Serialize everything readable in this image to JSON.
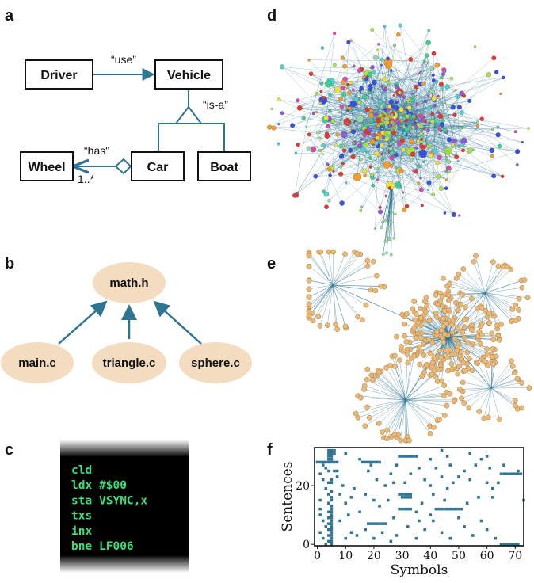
{
  "panels": {
    "a": {
      "label": "a",
      "classes": [
        "Driver",
        "Vehicle",
        "Wheel",
        "Car",
        "Boat"
      ],
      "relations": {
        "use": "“use”",
        "is_a": "“is-a”",
        "has": "“has\"",
        "multiplicity": "1..*"
      }
    },
    "b": {
      "label": "b",
      "header": "math.h",
      "sources": [
        "main.c",
        "triangle.c",
        "sphere.c"
      ]
    },
    "c": {
      "label": "c",
      "lines": [
        {
          "op": "cld",
          "arg": ""
        },
        {
          "op": "ldx",
          "arg": "#$00"
        },
        {
          "op": "sta",
          "arg": "VSYNC,x"
        },
        {
          "op": "txs",
          "arg": ""
        },
        {
          "op": "inx",
          "arg": ""
        },
        {
          "op": "bne",
          "arg": " LF006"
        }
      ]
    },
    "d": {
      "label": "d"
    },
    "e": {
      "label": "e"
    },
    "f": {
      "label": "f"
    }
  },
  "colors": {
    "edge": "#2f7592",
    "node_beige": "#f3dcbf",
    "node_orange": "#e8b878",
    "code_green": "#39e07a",
    "code_bg": "#000000"
  },
  "chart_data": {
    "type": "heatmap",
    "title": "",
    "xlabel": "Symbols",
    "ylabel": "Sentences",
    "xticks": [
      0,
      10,
      20,
      30,
      40,
      50,
      60,
      70
    ],
    "yticks": [
      0,
      20
    ],
    "xlim": [
      -1,
      73
    ],
    "ylim": [
      -0.5,
      33
    ],
    "color": "#2f7592",
    "cells": [
      [
        0,
        28
      ],
      [
        1,
        28
      ],
      [
        2,
        28
      ],
      [
        3,
        28
      ],
      [
        4,
        28
      ],
      [
        5,
        28
      ],
      [
        6,
        28
      ],
      [
        7,
        28
      ],
      [
        4,
        32
      ],
      [
        5,
        32
      ],
      [
        6,
        32
      ],
      [
        4,
        31
      ],
      [
        5,
        31
      ],
      [
        6,
        31
      ],
      [
        4,
        30
      ],
      [
        5,
        30
      ],
      [
        4,
        29
      ],
      [
        5,
        29
      ],
      [
        2,
        27
      ],
      [
        3,
        26
      ],
      [
        4,
        25
      ],
      [
        1,
        24
      ],
      [
        2,
        22
      ],
      [
        5,
        22
      ],
      [
        4,
        21
      ],
      [
        5,
        21
      ],
      [
        3,
        19
      ],
      [
        5,
        18
      ],
      [
        4,
        17
      ],
      [
        5,
        16
      ],
      [
        1,
        15
      ],
      [
        5,
        15
      ],
      [
        4,
        14
      ],
      [
        5,
        13
      ],
      [
        1,
        12
      ],
      [
        5,
        12
      ],
      [
        4,
        11
      ],
      [
        5,
        11
      ],
      [
        1,
        10
      ],
      [
        5,
        10
      ],
      [
        4,
        9
      ],
      [
        5,
        9
      ],
      [
        2,
        8
      ],
      [
        5,
        8
      ],
      [
        4,
        7
      ],
      [
        5,
        7
      ],
      [
        3,
        6
      ],
      [
        5,
        6
      ],
      [
        4,
        5
      ],
      [
        5,
        5
      ],
      [
        1,
        4
      ],
      [
        5,
        4
      ],
      [
        4,
        3
      ],
      [
        5,
        3
      ],
      [
        2,
        2
      ],
      [
        5,
        2
      ],
      [
        4,
        1
      ],
      [
        5,
        1
      ],
      [
        3,
        0
      ],
      [
        5,
        0
      ],
      [
        6,
        25
      ],
      [
        7,
        25
      ],
      [
        7,
        23
      ],
      [
        9,
        20
      ],
      [
        8,
        17
      ],
      [
        10,
        14
      ],
      [
        8,
        8
      ],
      [
        12,
        4
      ],
      [
        10,
        2
      ],
      [
        16,
        28
      ],
      [
        17,
        28
      ],
      [
        18,
        28
      ],
      [
        19,
        28
      ],
      [
        20,
        28
      ],
      [
        21,
        28
      ],
      [
        22,
        28
      ],
      [
        29,
        30
      ],
      [
        30,
        30
      ],
      [
        31,
        30
      ],
      [
        32,
        30
      ],
      [
        33,
        30
      ],
      [
        34,
        30
      ],
      [
        35,
        30
      ],
      [
        18,
        7
      ],
      [
        19,
        7
      ],
      [
        20,
        7
      ],
      [
        21,
        7
      ],
      [
        22,
        7
      ],
      [
        23,
        7
      ],
      [
        24,
        7
      ],
      [
        29,
        12
      ],
      [
        30,
        12
      ],
      [
        31,
        12
      ],
      [
        32,
        12
      ],
      [
        33,
        12
      ],
      [
        42,
        12
      ],
      [
        43,
        12
      ],
      [
        44,
        12
      ],
      [
        45,
        12
      ],
      [
        46,
        12
      ],
      [
        47,
        12
      ],
      [
        48,
        12
      ],
      [
        49,
        12
      ],
      [
        50,
        12
      ],
      [
        51,
        12
      ],
      [
        30,
        16
      ],
      [
        31,
        16
      ],
      [
        32,
        16
      ],
      [
        33,
        16
      ],
      [
        29,
        17
      ],
      [
        30,
        17
      ],
      [
        31,
        17
      ],
      [
        32,
        17
      ],
      [
        33,
        17
      ],
      [
        65,
        0
      ],
      [
        66,
        0
      ],
      [
        67,
        0
      ],
      [
        68,
        0
      ],
      [
        69,
        0
      ],
      [
        70,
        0
      ],
      [
        71,
        0
      ],
      [
        65,
        24
      ],
      [
        66,
        24
      ],
      [
        67,
        24
      ],
      [
        68,
        24
      ],
      [
        69,
        24
      ],
      [
        70,
        24
      ],
      [
        71,
        24
      ],
      [
        72,
        24
      ],
      [
        10,
        31
      ],
      [
        15,
        29
      ],
      [
        18,
        25
      ],
      [
        21,
        22
      ],
      [
        13,
        19
      ],
      [
        24,
        20
      ],
      [
        27,
        21
      ],
      [
        33,
        24
      ],
      [
        36,
        26
      ],
      [
        38,
        22
      ],
      [
        40,
        20
      ],
      [
        42,
        26
      ],
      [
        44,
        23
      ],
      [
        46,
        19
      ],
      [
        48,
        21
      ],
      [
        50,
        23
      ],
      [
        52,
        25
      ],
      [
        54,
        22
      ],
      [
        56,
        27
      ],
      [
        58,
        29
      ],
      [
        60,
        21
      ],
      [
        62,
        19
      ],
      [
        64,
        21
      ],
      [
        61,
        26
      ],
      [
        14,
        3
      ],
      [
        17,
        5
      ],
      [
        20,
        2
      ],
      [
        23,
        4
      ],
      [
        26,
        1
      ],
      [
        28,
        3
      ],
      [
        32,
        6
      ],
      [
        35,
        2
      ],
      [
        38,
        5
      ],
      [
        41,
        8
      ],
      [
        44,
        4
      ],
      [
        47,
        2
      ],
      [
        52,
        6
      ],
      [
        55,
        3
      ],
      [
        58,
        8
      ],
      [
        60,
        5
      ],
      [
        63,
        2
      ],
      [
        11,
        10
      ],
      [
        15,
        11
      ],
      [
        22,
        13
      ],
      [
        25,
        15
      ],
      [
        27,
        9
      ],
      [
        35,
        11
      ],
      [
        37,
        14
      ],
      [
        40,
        10
      ],
      [
        45,
        15
      ],
      [
        53,
        14
      ],
      [
        57,
        16
      ],
      [
        12,
        16
      ],
      [
        17,
        17
      ],
      [
        20,
        15
      ],
      [
        26,
        24
      ],
      [
        28,
        27
      ],
      [
        40,
        29
      ],
      [
        46,
        30
      ],
      [
        54,
        31
      ],
      [
        60,
        30
      ],
      [
        66,
        27
      ],
      [
        62,
        16
      ],
      [
        50,
        9
      ],
      [
        47,
        27
      ],
      [
        41,
        17
      ],
      [
        36,
        8
      ],
      [
        31,
        21
      ],
      [
        19,
        27
      ],
      [
        44,
        32
      ],
      [
        73,
        15
      ],
      [
        71,
        25
      ]
    ]
  }
}
